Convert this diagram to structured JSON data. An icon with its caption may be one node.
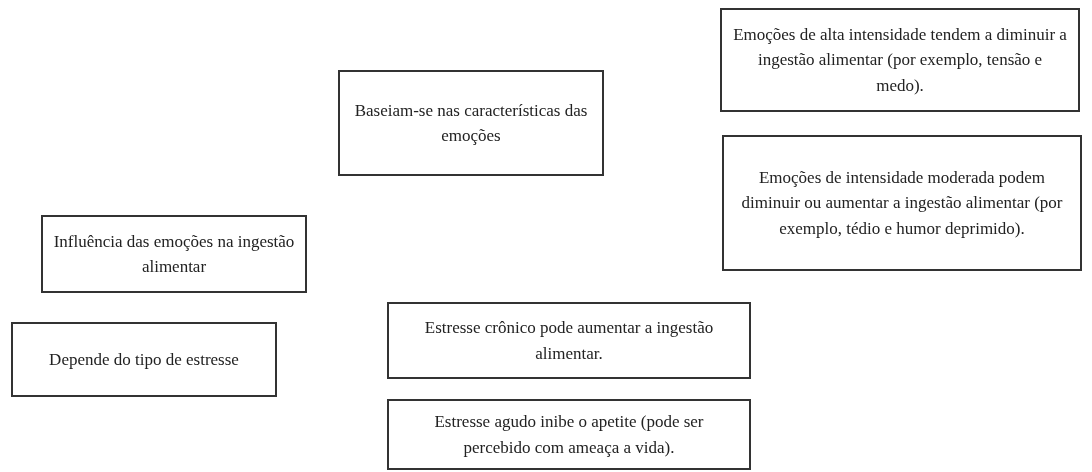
{
  "diagram": {
    "nodes": [
      {
        "text": [
          "Emoções de alta intensidade tendem a diminuir a ingestão alimentar (por exemplo, tensão e medo)."
        ]
      },
      {
        "text": [
          "Baseiam-se nas características das emoções"
        ]
      },
      {
        "text": [
          "Emoções de intensidade moderada podem diminuir ou aumentar a ingestão alimentar (por exemplo, tédio e humor deprimido)."
        ]
      },
      {
        "text": [
          "Influência das emoções na ingestão alimentar"
        ]
      },
      {
        "text": [
          "Depende do tipo de estresse"
        ]
      },
      {
        "text": [
          "Estresse crônico pode aumentar a ingestão alimentar."
        ]
      },
      {
        "text": [
          "Estresse agudo inibe o apetite (pode ser percebido com ameaça a vida)."
        ]
      }
    ]
  }
}
